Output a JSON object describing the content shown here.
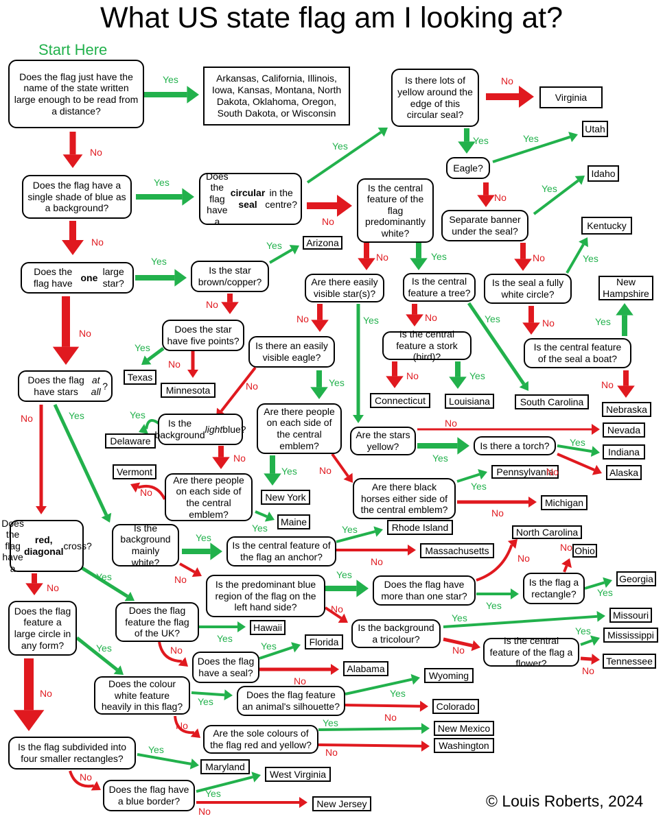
{
  "title": "What US state flag am I looking at?",
  "start_label": "Start Here",
  "copyright": "© Louis Roberts, 2024",
  "colors": {
    "yes": "#22b14c",
    "no": "#e0191f"
  },
  "labels": {
    "yes": "Yes",
    "no": "No"
  },
  "questions": [
    {
      "id": "q_name",
      "html": "Does the flag just have the name of the state written large enough to be read from a distance?"
    },
    {
      "id": "q_blue",
      "html": "Does the flag have a single shade of blue as a background?"
    },
    {
      "id": "q_onestar",
      "html": "Does the flag have <b>one</b> large star?"
    },
    {
      "id": "q_starsall",
      "html": "Does the flag have stars <i>at all</i>?"
    },
    {
      "id": "q_cross",
      "html": "Does the flag have a <b>red, diagonal</b> cross?"
    },
    {
      "id": "q_circle",
      "html": "Does the flag feature a large circle in any form?"
    },
    {
      "id": "q_subdiv",
      "html": "Is the flag subdivided into four smaller rectangles?"
    },
    {
      "id": "q_blueborder",
      "html": "Does the flag have a blue border?"
    },
    {
      "id": "q_seal",
      "html": "Does the flag have a <b>circular seal</b> in the centre?"
    },
    {
      "id": "q_yellow",
      "html": "Is there lots of yellow around the edge of this circular seal?"
    },
    {
      "id": "q_eagle",
      "html": "Eagle?"
    },
    {
      "id": "q_banner",
      "html": "Separate banner under the seal?"
    },
    {
      "id": "q_white",
      "html": "Is the central feature of the flag predominantly white?"
    },
    {
      "id": "q_brown",
      "html": "Is the star brown/copper?"
    },
    {
      "id": "q_five",
      "html": "Does the star have five points?"
    },
    {
      "id": "q_visstars",
      "html": "Are there easily visible star(s)?"
    },
    {
      "id": "q_tree",
      "html": "Is the central feature a tree?"
    },
    {
      "id": "q_wseal",
      "html": "Is the seal a fully white circle?"
    },
    {
      "id": "q_stork",
      "html": "Is the central feature a stork (bird)?"
    },
    {
      "id": "q_boat",
      "html": "Is the central feature of the seal a boat?"
    },
    {
      "id": "q_viseagle",
      "html": "Is there an easily visible eagle?"
    },
    {
      "id": "q_lightblue",
      "html": "Is the background <i>light</i> blue?"
    },
    {
      "id": "q_people1",
      "html": "Are there people on each side of the central emblem?"
    },
    {
      "id": "q_people2",
      "html": "Are there people on each side of the central emblem?"
    },
    {
      "id": "q_stary",
      "html": "Are the stars yellow?"
    },
    {
      "id": "q_torch",
      "html": "Is there a torch?"
    },
    {
      "id": "q_horses",
      "html": "Are there black horses either side of the central emblem?"
    },
    {
      "id": "q_bgwhite",
      "html": "Is the background mainly white?"
    },
    {
      "id": "q_anchor",
      "html": "Is the central feature of the flag an anchor?"
    },
    {
      "id": "q_leftblue",
      "html": "Is the predominant blue region of the flag on the left hand side?"
    },
    {
      "id": "q_morestar",
      "html": "Does the flag have more than one star?"
    },
    {
      "id": "q_rect",
      "html": "Is the flag a rectangle?"
    },
    {
      "id": "q_uk",
      "html": "Does the flag feature the flag of the UK?"
    },
    {
      "id": "q_hasseal",
      "html": "Does the flag have a seal?"
    },
    {
      "id": "q_tricolour",
      "html": "Is the background a tricolour?"
    },
    {
      "id": "q_flower",
      "html": "Is the central feature of the flag a flower?"
    },
    {
      "id": "q_colwhite",
      "html": "Does the colour white feature heavily in this flag?"
    },
    {
      "id": "q_animal",
      "html": "Does the flag feature an animal's silhouette?"
    },
    {
      "id": "q_redyellow",
      "html": "Are the sole colours of the flag red and yellow?"
    }
  ],
  "answers": [
    {
      "id": "a_names",
      "text": "Arkansas, California, Illinois, Iowa, Kansas, Montana, North Dakota, Oklahoma, Oregon, South Dakota, or Wisconsin"
    },
    {
      "id": "a_virginia",
      "text": "Virginia"
    },
    {
      "id": "a_utah",
      "text": "Utah"
    },
    {
      "id": "a_idaho",
      "text": "Idaho"
    },
    {
      "id": "a_kentucky",
      "text": "Kentucky"
    },
    {
      "id": "a_nh",
      "text": "New Hampshire"
    },
    {
      "id": "a_arizona",
      "text": "Arizona"
    },
    {
      "id": "a_texas",
      "text": "Texas"
    },
    {
      "id": "a_minnesota",
      "text": "Minnesota"
    },
    {
      "id": "a_connecticut",
      "text": "Connecticut"
    },
    {
      "id": "a_louisiana",
      "text": "Louisiana"
    },
    {
      "id": "a_sc",
      "text": "South Carolina"
    },
    {
      "id": "a_nebraska",
      "text": "Nebraska"
    },
    {
      "id": "a_delaware",
      "text": "Delaware"
    },
    {
      "id": "a_nevada",
      "text": "Nevada"
    },
    {
      "id": "a_indiana",
      "text": "Indiana"
    },
    {
      "id": "a_alaska",
      "text": "Alaska"
    },
    {
      "id": "a_vermont",
      "text": "Vermont"
    },
    {
      "id": "a_newyork",
      "text": "New York"
    },
    {
      "id": "a_pennsylvania",
      "text": "Pennsylvania"
    },
    {
      "id": "a_maine",
      "text": "Maine"
    },
    {
      "id": "a_michigan",
      "text": "Michigan"
    },
    {
      "id": "a_ri",
      "text": "Rhode Island"
    },
    {
      "id": "a_nc",
      "text": "North Carolina"
    },
    {
      "id": "a_mass",
      "text": "Massachusetts"
    },
    {
      "id": "a_ohio",
      "text": "Ohio"
    },
    {
      "id": "a_georgia",
      "text": "Georgia"
    },
    {
      "id": "a_missouri",
      "text": "Missouri"
    },
    {
      "id": "a_mississippi",
      "text": "Mississippi"
    },
    {
      "id": "a_hawaii",
      "text": "Hawaii"
    },
    {
      "id": "a_florida",
      "text": "Florida"
    },
    {
      "id": "a_tennessee",
      "text": "Tennessee"
    },
    {
      "id": "a_alabama",
      "text": "Alabama"
    },
    {
      "id": "a_wyoming",
      "text": "Wyoming"
    },
    {
      "id": "a_colorado",
      "text": "Colorado"
    },
    {
      "id": "a_nm",
      "text": "New Mexico"
    },
    {
      "id": "a_washington",
      "text": "Washington"
    },
    {
      "id": "a_maryland",
      "text": "Maryland"
    },
    {
      "id": "a_wv",
      "text": "West Virginia"
    },
    {
      "id": "a_nj",
      "text": "New Jersey"
    }
  ]
}
